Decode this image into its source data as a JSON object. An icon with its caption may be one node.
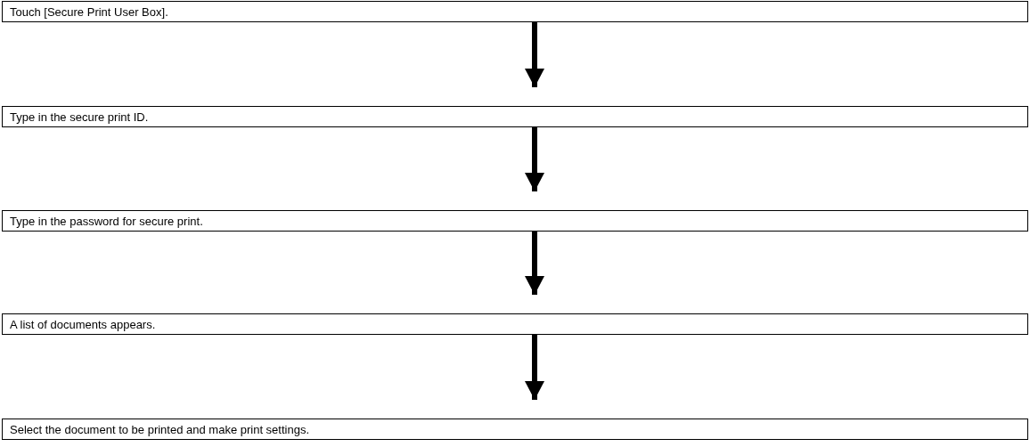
{
  "diagram": {
    "nodes": [
      {
        "text": [
          "Touch [Secure Print User Box]."
        ]
      },
      {
        "text": [
          "Type in the secure print ID."
        ]
      },
      {
        "text": [
          "Type in the password for secure print."
        ]
      },
      {
        "text": [
          "A list of documents appears."
        ]
      },
      {
        "text": [
          "Select the document to be printed and make print settings."
        ]
      }
    ],
    "edges": [
      {
        "from": 0,
        "to": 1,
        "arrow": "to"
      },
      {
        "from": 1,
        "to": 2,
        "arrow": "to"
      },
      {
        "from": 2,
        "to": 3,
        "arrow": "to"
      },
      {
        "from": 3,
        "to": 4,
        "arrow": "to"
      }
    ]
  }
}
